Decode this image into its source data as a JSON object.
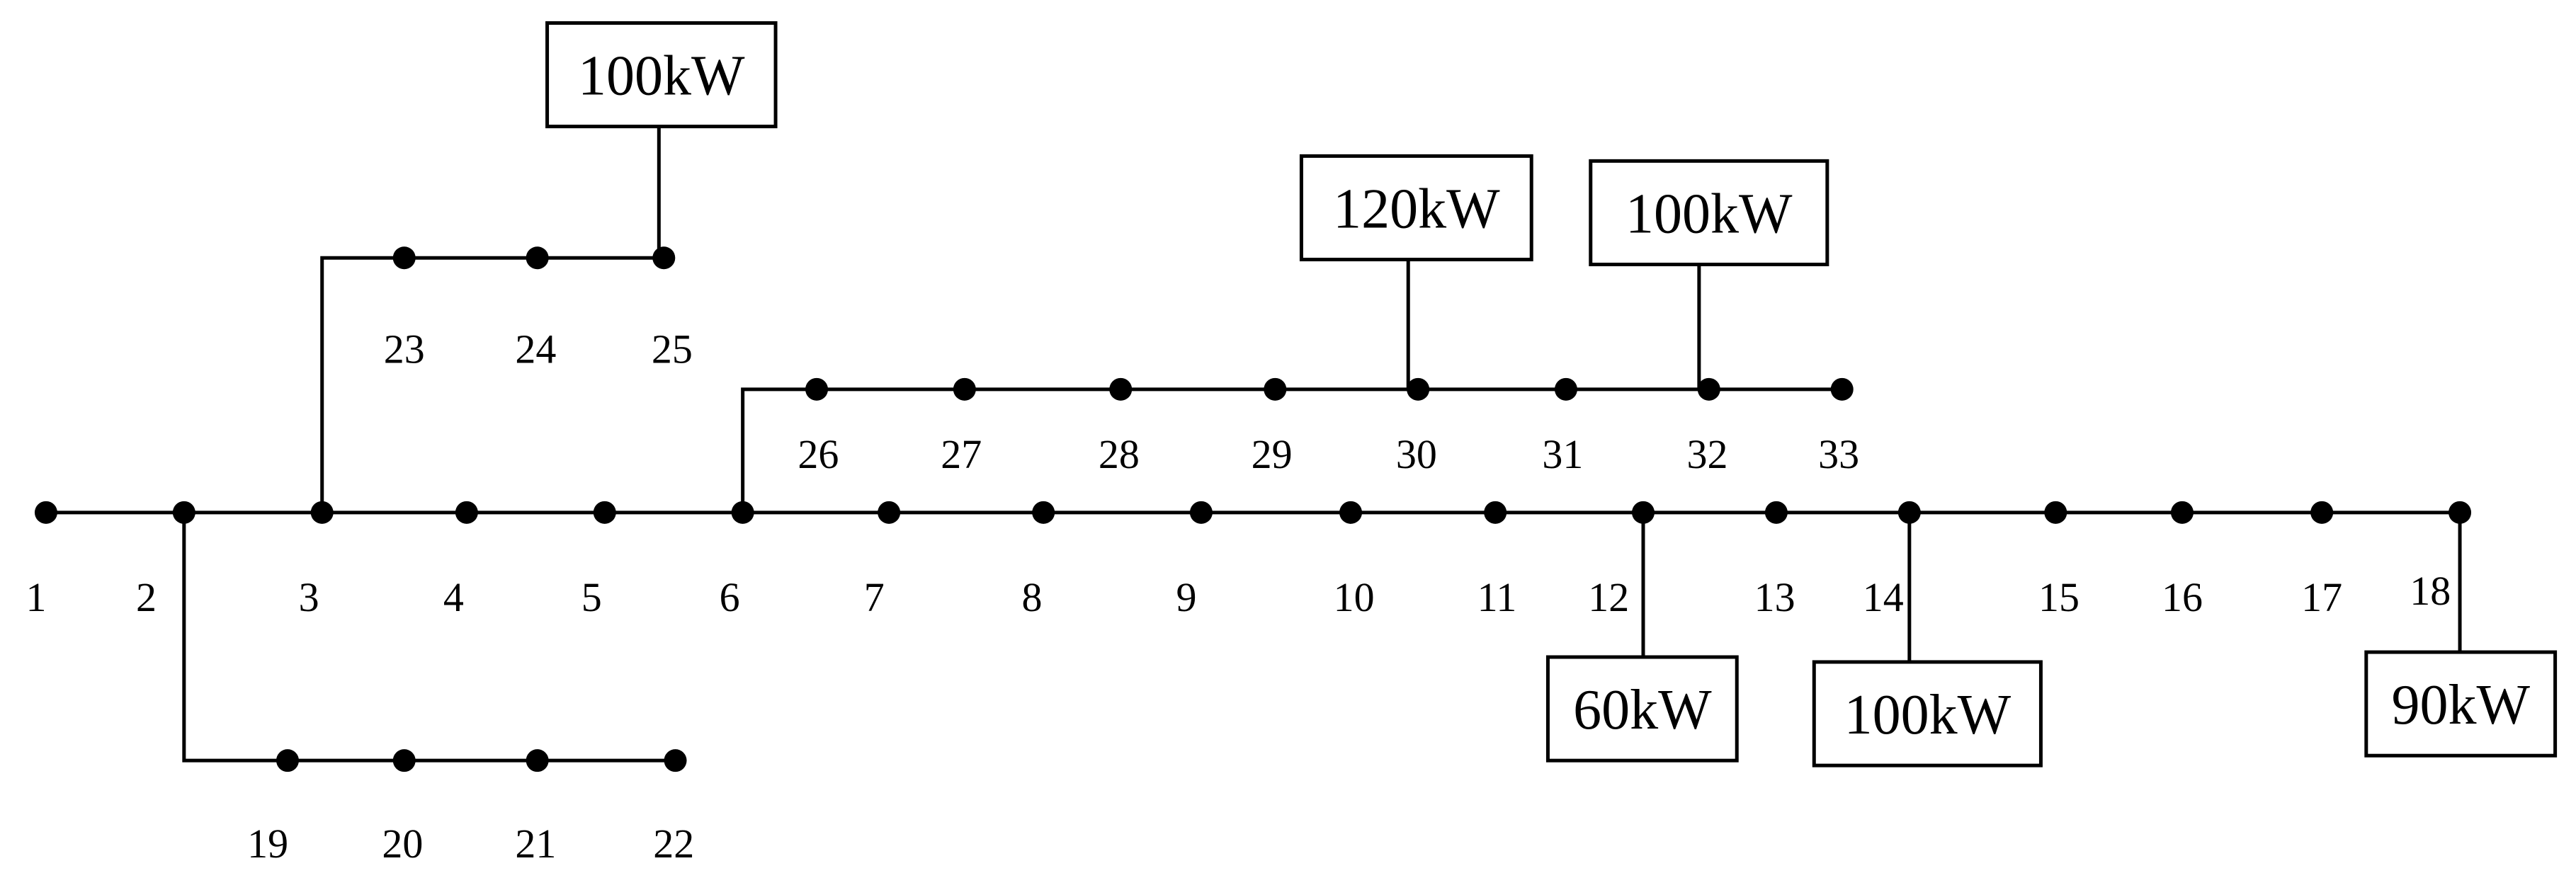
{
  "buses": [
    "1",
    "2",
    "3",
    "4",
    "5",
    "6",
    "7",
    "8",
    "9",
    "10",
    "11",
    "12",
    "13",
    "14",
    "15",
    "16",
    "17",
    "18",
    "19",
    "20",
    "21",
    "22",
    "23",
    "24",
    "25",
    "26",
    "27",
    "28",
    "29",
    "30",
    "31",
    "32",
    "33"
  ],
  "loads": [
    {
      "bus": "25",
      "label": "100kW"
    },
    {
      "bus": "30",
      "label": "120kW"
    },
    {
      "bus": "32",
      "label": "100kW"
    },
    {
      "bus": "12",
      "label": "60kW"
    },
    {
      "bus": "14",
      "label": "100kW"
    },
    {
      "bus": "18",
      "label": "90kW"
    }
  ]
}
